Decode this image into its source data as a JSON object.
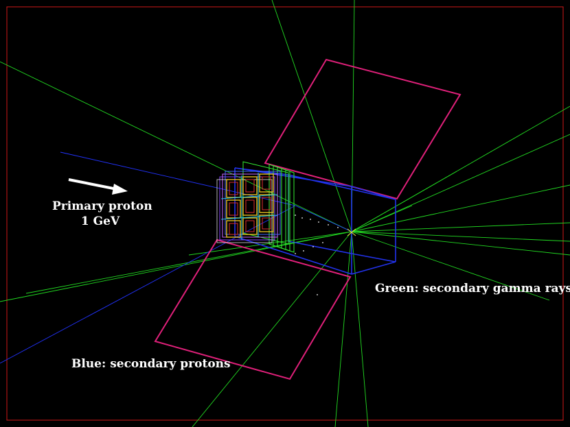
{
  "labels": {
    "primary_line1": "Primary proton",
    "primary_line2": "1 GeV",
    "green": "Green: secondary gamma rays",
    "blue": "Blue: secondary protons"
  },
  "colors": {
    "background": "#000000",
    "frame": "#d01818",
    "gamma": "#22dd22",
    "proton": "#2233ff",
    "plate": "#e0207a",
    "detector_box": "#2233ee",
    "layers": "#33ee33",
    "module_core": "#e8c020",
    "arrow": "#ffffff"
  }
}
